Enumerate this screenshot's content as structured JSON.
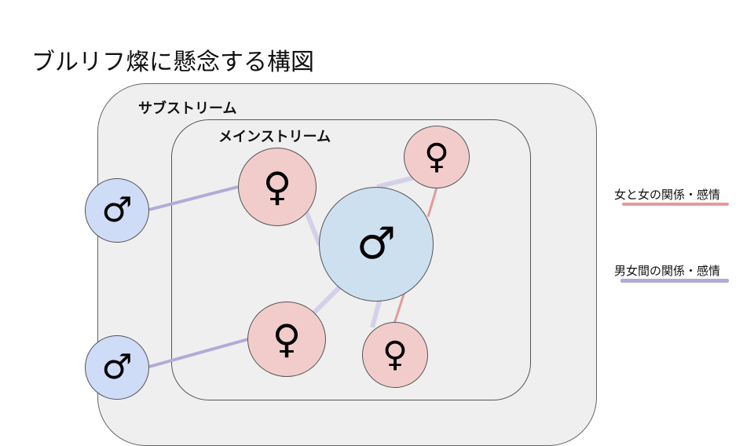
{
  "title": "ブルリフ燦に懸念する構図",
  "regions": {
    "outer_label": "サブストリーム",
    "inner_label": "メインストリーム"
  },
  "symbols": {
    "male": "♂",
    "female": "♀"
  },
  "legend": {
    "female_female": "女と女の関係・感情",
    "male_female": "男女間の関係・感情"
  },
  "colors": {
    "female_female_line": "#e59a9a",
    "male_female_line": "#b3aad8",
    "male_female_line_faint": "#d3d1ea",
    "male_fill": "#cfdcf7",
    "female_fill": "#f2cccb"
  }
}
